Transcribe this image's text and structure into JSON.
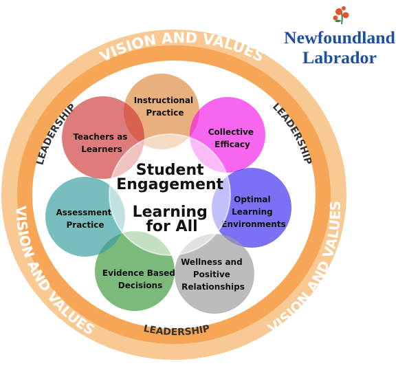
{
  "ring": {
    "outer_color": "#f9c994",
    "band_color": "#f6a656",
    "labels": {
      "vision_top": "VISION AND VALUES",
      "vision_left": "VISION AND VALUES",
      "vision_right": "VISION AND VALUES",
      "leadership_left": "LEADERSHIP",
      "leadership_right": "LEADERSHIP",
      "leadership_bottom": "LEADERSHIP"
    }
  },
  "petals": [
    {
      "lines": [
        "Instructional",
        "Practice"
      ],
      "color": "#dd8a3e"
    },
    {
      "lines": [
        "Collective",
        "Efficacy"
      ],
      "color": "#f11ee8"
    },
    {
      "lines": [
        "Optimal",
        "Learning",
        "Environments"
      ],
      "color": "#3b2df0"
    },
    {
      "lines": [
        "Wellness and",
        "Positive",
        "Relationships"
      ],
      "color": "#9c9c9c"
    },
    {
      "lines": [
        "Evidence Based",
        "Decisions"
      ],
      "color": "#3c9a3c"
    },
    {
      "lines": [
        "Assessment",
        "Practice"
      ],
      "color": "#3a9fa0"
    },
    {
      "lines": [
        "Teachers as",
        "Learners"
      ],
      "color": "#cf3d3d"
    }
  ],
  "center": {
    "line1": "Student",
    "line2": "Engagement",
    "line3": "Learning",
    "line4": "for All"
  },
  "logo": {
    "line1": "Newfoundland",
    "line2": "Labrador",
    "flower_color": "#e0552e",
    "leaf_color": "#2e8b3e"
  }
}
